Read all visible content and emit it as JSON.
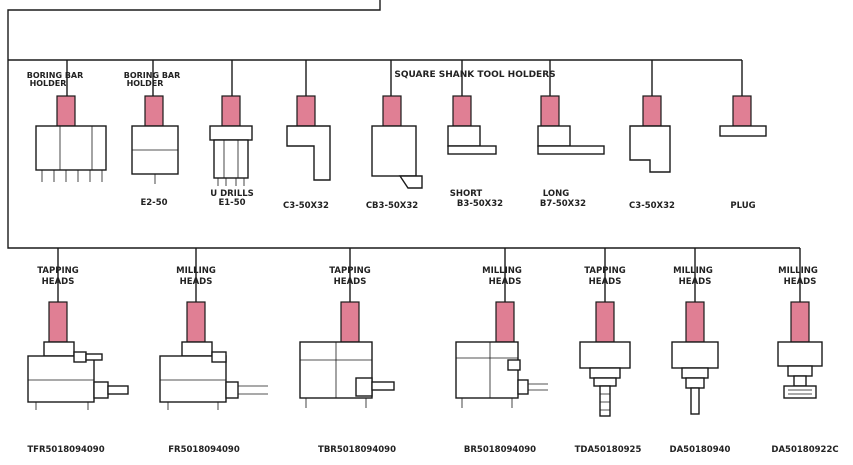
{
  "colors": {
    "line": "#1a1a1a",
    "shank": "#e07f94",
    "background": "#ffffff"
  },
  "top_row": {
    "section_label": "SQUARE SHANK TOOL HOLDERS",
    "items": [
      {
        "id": "boring-bar-holder-1",
        "top_label": [
          "BORING BAR",
          "HOLDER"
        ],
        "bottom_label": []
      },
      {
        "id": "boring-bar-holder-2",
        "top_label": [
          "BORING BAR",
          "HOLDER"
        ],
        "bottom_label": [
          "E2-50"
        ]
      },
      {
        "id": "u-drills",
        "top_label": [],
        "bottom_label": [
          "U DRILLS",
          "E1-50"
        ]
      },
      {
        "id": "c3-50x32-a",
        "top_label": [],
        "bottom_label": [
          "C3-50X32"
        ]
      },
      {
        "id": "cb3-50x32",
        "top_label": [],
        "bottom_label": [
          "CB3-50X32"
        ]
      },
      {
        "id": "short-b3",
        "top_label": [],
        "bottom_label": [
          "SHORT",
          "B3-50X32"
        ]
      },
      {
        "id": "long-b7",
        "top_label": [],
        "bottom_label": [
          "LONG",
          "B7-50X32"
        ]
      },
      {
        "id": "c3-50x32-b",
        "top_label": [],
        "bottom_label": [
          "C3-50X32"
        ]
      },
      {
        "id": "plug",
        "top_label": [],
        "bottom_label": [
          "PLUG"
        ]
      }
    ]
  },
  "bottom_row": {
    "items": [
      {
        "id": "tfr",
        "top_label": [
          "TAPPING",
          "HEADS"
        ],
        "part_no": "TFR5018094090"
      },
      {
        "id": "fr",
        "top_label": [
          "MILLING",
          "HEADS"
        ],
        "part_no": "FR5018094090"
      },
      {
        "id": "tbr",
        "top_label": [
          "TAPPING",
          "HEADS"
        ],
        "part_no": "TBR5018094090"
      },
      {
        "id": "br",
        "top_label": [
          "MILLING",
          "HEADS"
        ],
        "part_no": "BR5018094090"
      },
      {
        "id": "tda",
        "top_label": [
          "TAPPING",
          "HEADS"
        ],
        "part_no": "TDA50180925"
      },
      {
        "id": "da",
        "top_label": [
          "MILLING",
          "HEADS"
        ],
        "part_no": "DA50180940"
      },
      {
        "id": "da-c",
        "top_label": [
          "MILLING",
          "HEADS"
        ],
        "part_no": "DA50180922C"
      }
    ]
  }
}
